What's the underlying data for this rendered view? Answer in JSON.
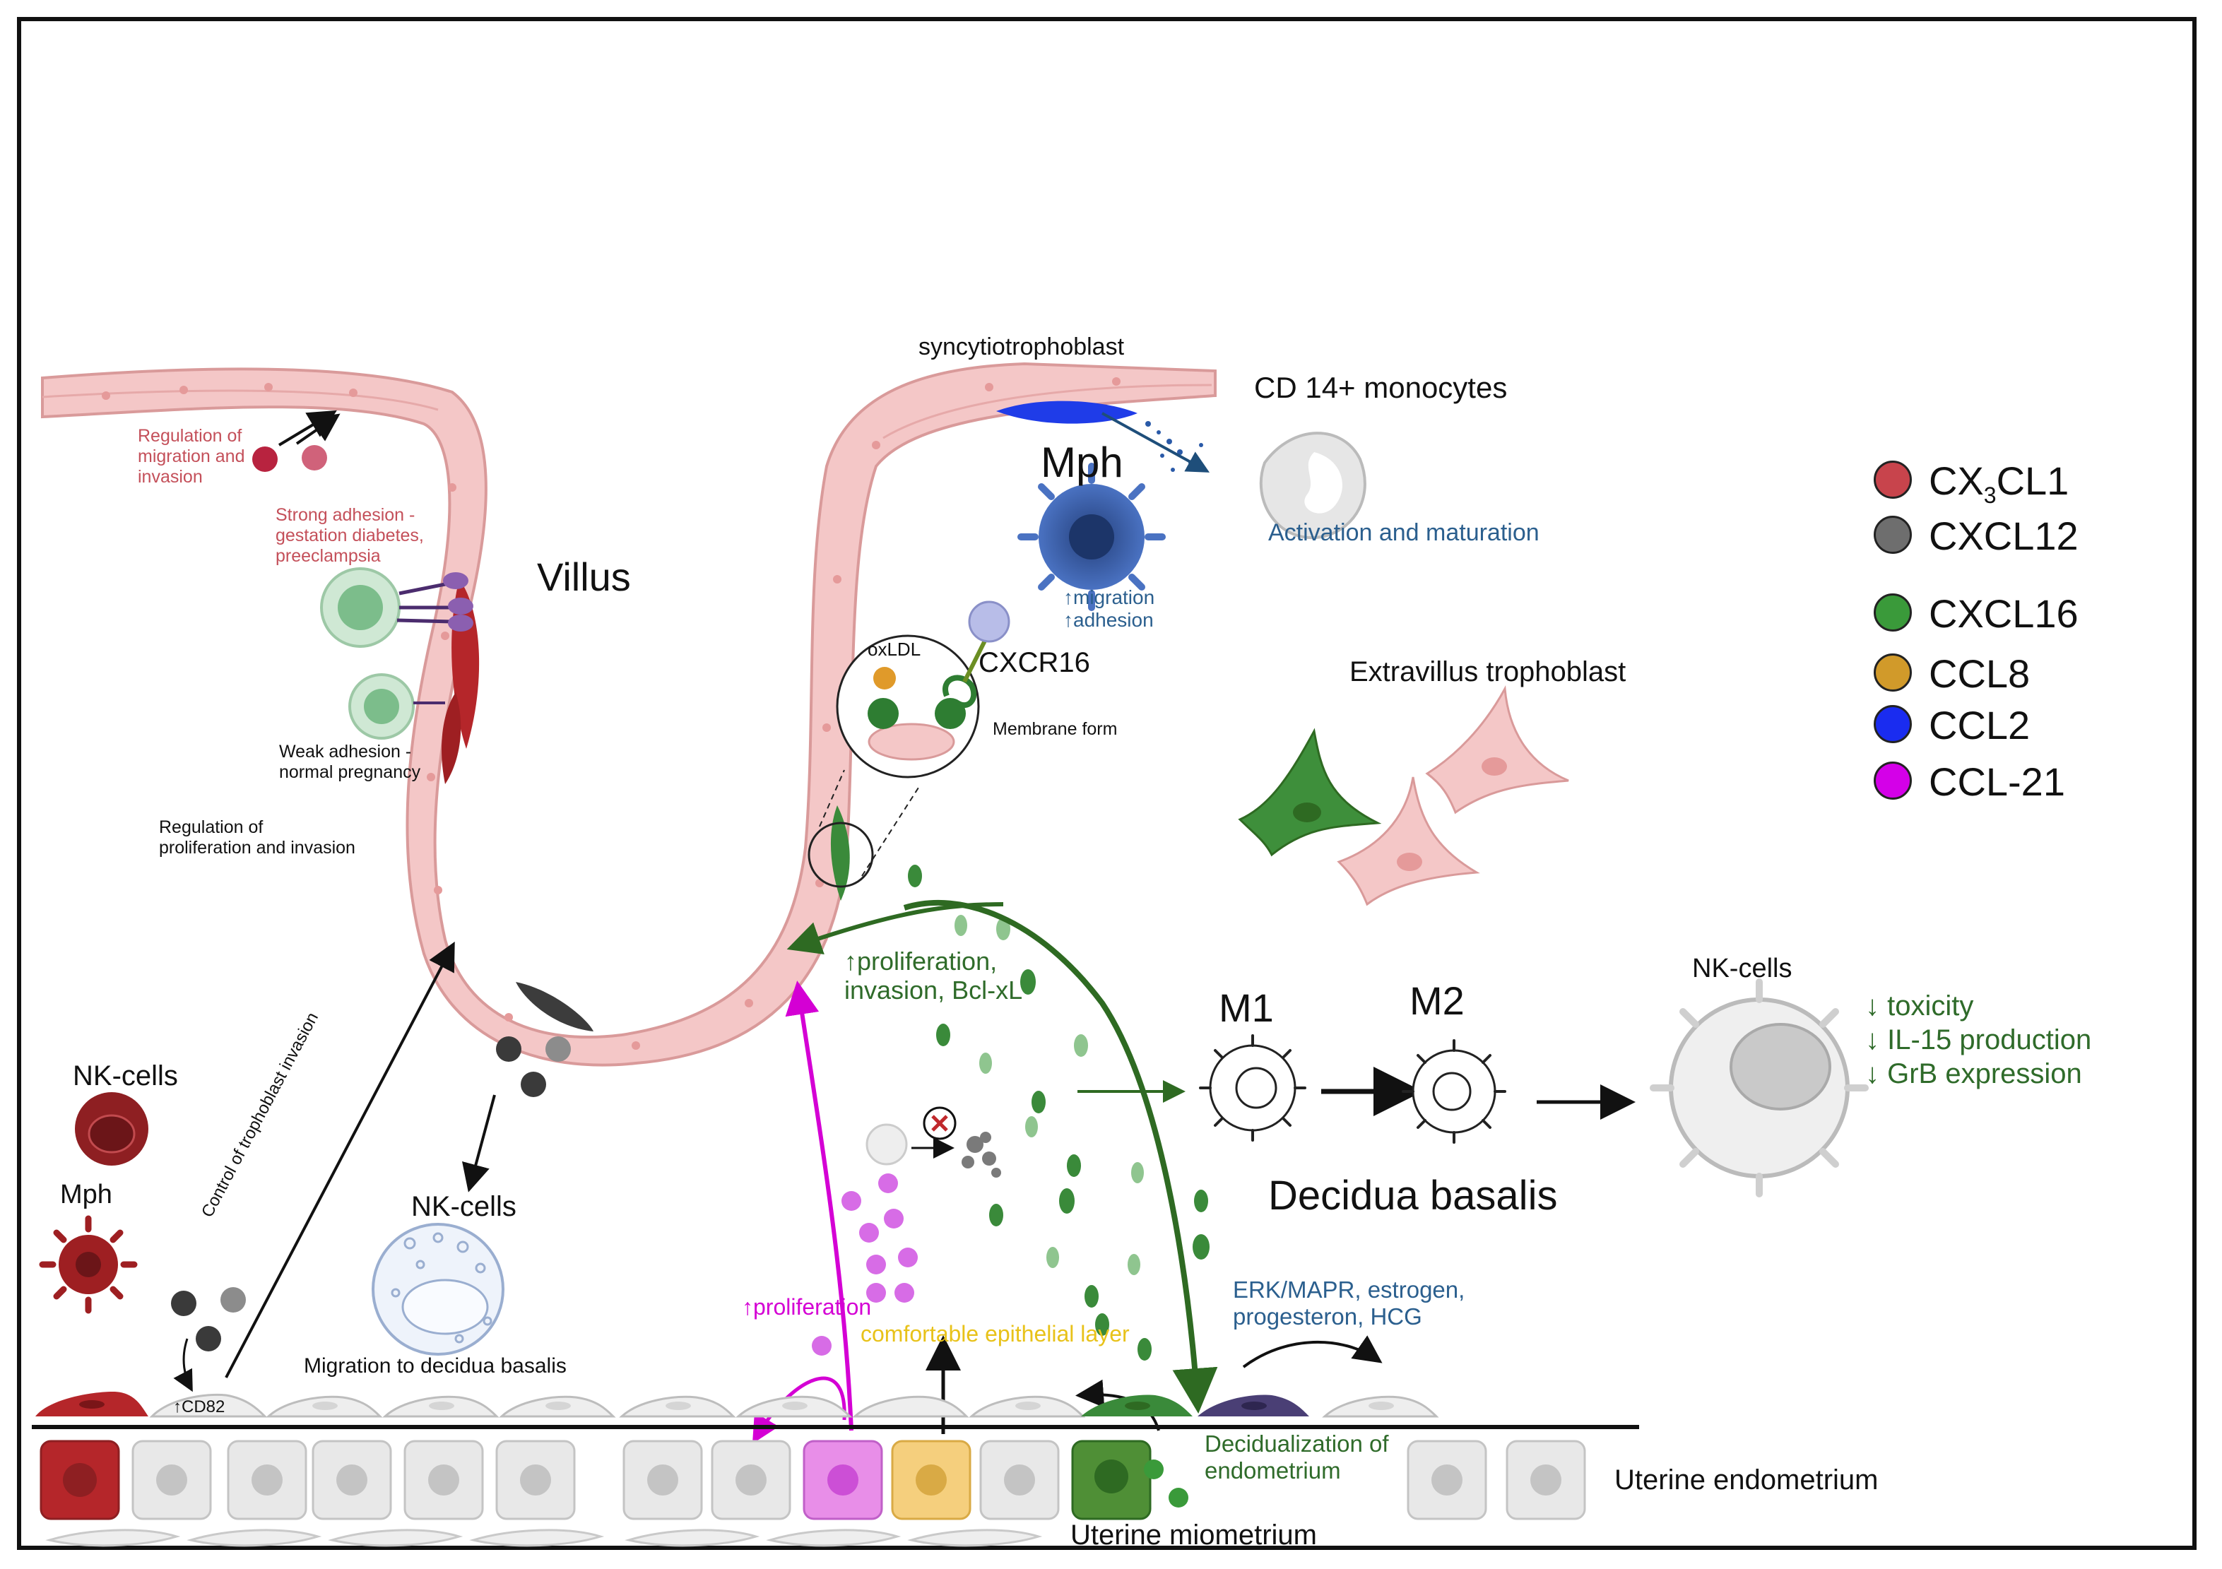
{
  "labels": {
    "syncytiotrophoblast": "syncytiotrophoblast",
    "cd14_monocytes": "CD 14+ monocytes",
    "mph_top": "Mph",
    "activation": "Activation and maturation",
    "migration_adhesion": "↑migration\n↑adhesion",
    "villus": "Villus",
    "regulation_migration": "Regulation of\nmigration and\ninvasion",
    "strong_adhesion": "Strong adhesion -\ngestation diabetes,\npreeclampsia",
    "weak_adhesion": "Weak adhesion -\nnormal pregnancy",
    "regulation_prolif": "Regulation of\nproliferation and invasion",
    "oxldl": "oxLDL",
    "cxcr16": "CXCR16",
    "membrane_form": "Membrane form",
    "extravillus": "Extravillus trophoblast",
    "prolif_invasion": "↑proliferation,\ninvasion, Bcl-xL",
    "m1": "M1",
    "m2": "M2",
    "nk_right": "NK-cells",
    "nk_effects": "↓ toxicity\n↓ IL-15 production\n↓ GrB expression",
    "decidua_basalis": "Decidua basalis",
    "nk_left": "NK-cells",
    "mph_left": "Mph",
    "control_invasion": "Control of trophoblast invasion",
    "nk_mid": "NK-cells",
    "migration_decidua": "Migration to decidua basalis",
    "cd82": "↑CD82",
    "up_proliferation": "↑proliferation",
    "comfortable_layer": "comfortable epithelial layer",
    "erk": "ERK/MAPR, estrogen,\nprogesteron, HCG",
    "decidualization": "Decidualization of\nendometrium",
    "uterine_endometrium": "Uterine endometrium",
    "uterine_miometrium": "Uterine miometrium"
  },
  "legend": [
    {
      "label_main": "CX",
      "label_sub": "3",
      "label_rest": "CL1",
      "color": "#c8444c"
    },
    {
      "label_main": "CXCL12",
      "label_sub": "",
      "label_rest": "",
      "color": "#6e6e6e"
    },
    {
      "label_main": "CXCL16",
      "label_sub": "",
      "label_rest": "",
      "color": "#3a9a3a"
    },
    {
      "label_main": "CCL8",
      "label_sub": "",
      "label_rest": "",
      "color": "#d19a2a"
    },
    {
      "label_main": "CCL2",
      "label_sub": "",
      "label_rest": "",
      "color": "#1a2cf0"
    },
    {
      "label_main": "CCL-21",
      "label_sub": "",
      "label_rest": "",
      "color": "#d400e8"
    }
  ],
  "colors": {
    "villus_fill": "#f4c7c7",
    "villus_stroke": "#d99a9a",
    "dark_green": "#2e6a22",
    "magenta": "#d400d4",
    "cell_grey": "#e3e3e3"
  }
}
